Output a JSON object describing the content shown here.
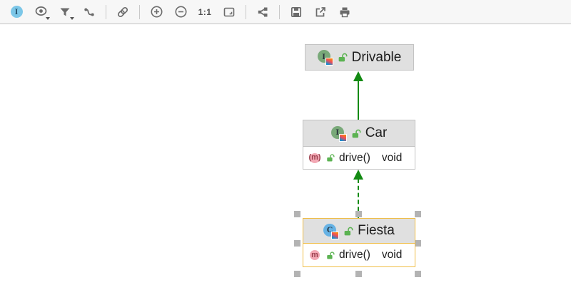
{
  "toolbar": {
    "buttons": [
      {
        "name": "interfaces-badge-button"
      },
      {
        "name": "change-visibility-level-button"
      },
      {
        "name": "change-scope-button"
      },
      {
        "name": "show-dependencies-button"
      },
      {
        "name": "link-button"
      },
      {
        "name": "zoom-in-button"
      },
      {
        "name": "zoom-out-button"
      },
      {
        "name": "actual-size-button"
      },
      {
        "name": "fit-content-button"
      },
      {
        "name": "apply-layout-button"
      },
      {
        "name": "save-button"
      },
      {
        "name": "export-button"
      },
      {
        "name": "print-button"
      }
    ],
    "actual_size_label": "1:1",
    "interface_badge_letter": "I"
  },
  "diagram": {
    "nodes": [
      {
        "title": "Drivable",
        "kind": "interface",
        "badge_letter": "I",
        "selected": false,
        "members": []
      },
      {
        "title": "Car",
        "kind": "interface",
        "badge_letter": "I",
        "selected": false,
        "members": [
          {
            "icon_text": "(m)",
            "modifier": "abstract",
            "name": "drive()",
            "type": "void"
          }
        ]
      },
      {
        "title": "Fiesta",
        "kind": "class",
        "badge_letter": "C",
        "selected": true,
        "members": [
          {
            "icon_text": "m",
            "modifier": "public",
            "name": "drive()",
            "type": "void"
          }
        ]
      }
    ],
    "edges": [
      {
        "from": "Car",
        "to": "Drivable",
        "relation": "extends",
        "style": "solid",
        "color": "#128a12"
      },
      {
        "from": "Fiesta",
        "to": "Car",
        "relation": "implements",
        "style": "dashed",
        "color": "#128a12"
      }
    ],
    "colors": {
      "edge_green": "#128a12",
      "selection_gold": "#f0bd45",
      "header_gray": "#e0e0e0",
      "node_border": "#c3c3c3",
      "interface_green": "#79a979",
      "class_blue": "#66b2e4",
      "method_pink": "#f3a8b4",
      "lock_green": "#5cb352",
      "toolbar_bg": "#f7f7f7"
    }
  }
}
